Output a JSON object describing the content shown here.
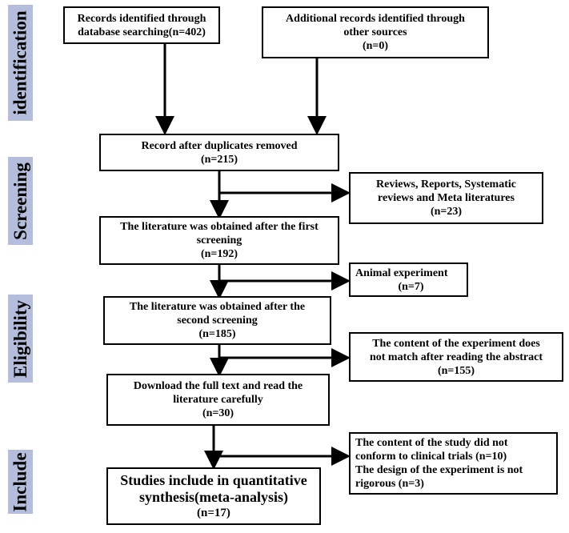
{
  "sidebar": {
    "identification": "identification",
    "screening": "Screening",
    "eligibility": "Eligibility",
    "include": "Include"
  },
  "boxes": {
    "db_search": [
      "Records identified through",
      "database searching(n=402)"
    ],
    "other_sources": [
      "Additional records identified through",
      "other sources",
      "(n=0)"
    ],
    "duplicates_removed": [
      "Record after duplicates removed",
      "(n=215)"
    ],
    "reviews_excluded": [
      "Reviews, Reports, Systematic",
      "reviews and Meta literatures",
      "(n=23)"
    ],
    "first_screening": [
      "The literature was obtained after the first",
      "screening",
      "(n=192)"
    ],
    "animal_excluded": [
      "Animal experiment",
      "(n=7)"
    ],
    "second_screening": [
      "The literature was obtained after the",
      "second screening",
      "(n=185)"
    ],
    "abstract_excluded": [
      "The content of the experiment does",
      "not match after reading the abstract",
      "(n=155)"
    ],
    "full_text": [
      "Download the full text and read the",
      "literature carefully",
      "(n=30)"
    ],
    "clinical_excluded": [
      "The content of the study did not",
      "conform to clinical trials  (n=10)",
      "The design of the experiment is not",
      "rigorous (n=3)"
    ],
    "included": [
      "Studies include in quantitative",
      "synthesis(meta-analysis)",
      "(n=17)"
    ]
  },
  "colors": {
    "sidebar_fill": "#b4bedc",
    "line": "#000000"
  }
}
